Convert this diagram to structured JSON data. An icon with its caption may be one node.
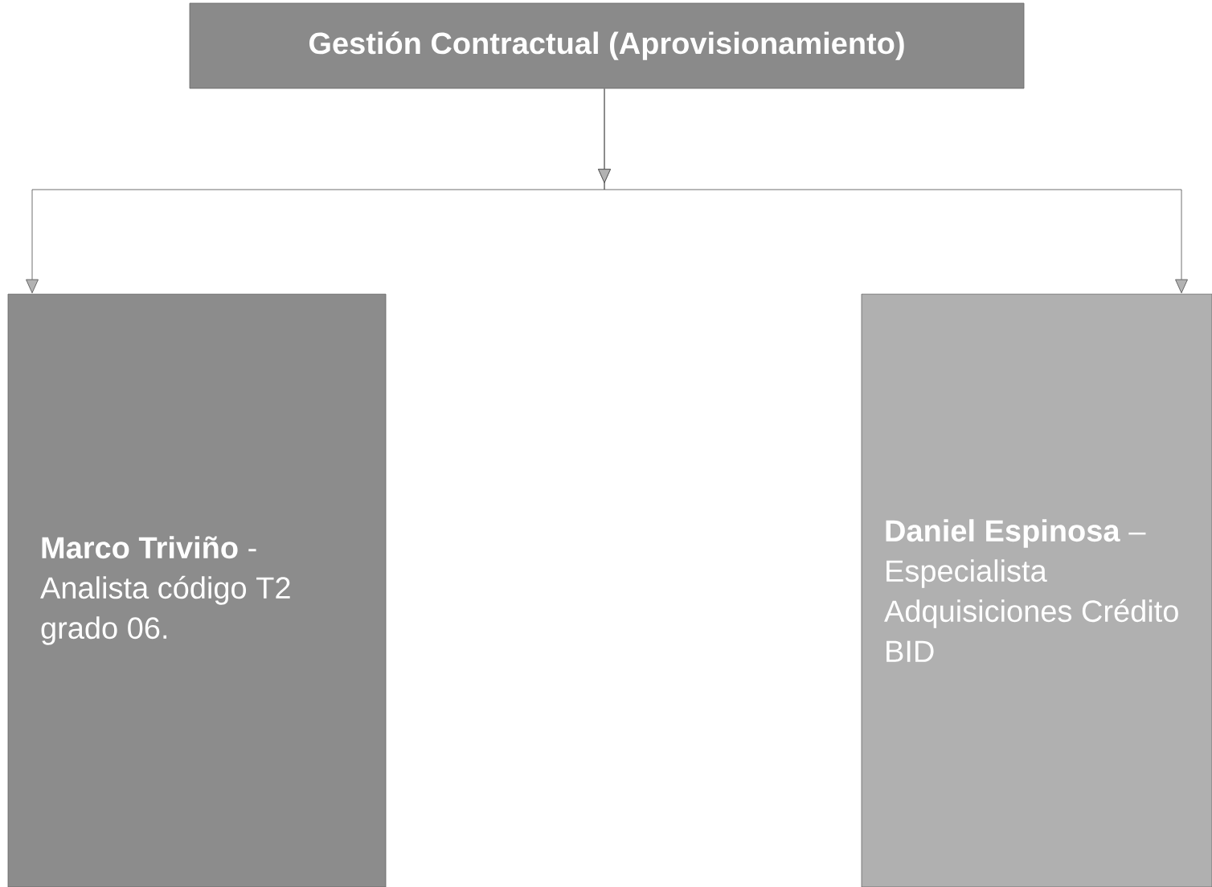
{
  "diagram": {
    "nodes": [
      {
        "text": [
          "Gestión Contractual (Aprovisionamiento)"
        ]
      },
      {
        "text": [
          "**Marco Triviño** - Analista código T2 grado 06."
        ]
      },
      {
        "text": [
          "**Daniel Espinosa** – Especialista Adquisiciones Crédito BID"
        ]
      }
    ],
    "edges": [
      {
        "from": 0,
        "to": 1,
        "arrow": "to"
      },
      {
        "from": 0,
        "to": 2,
        "arrow": "to"
      }
    ]
  }
}
